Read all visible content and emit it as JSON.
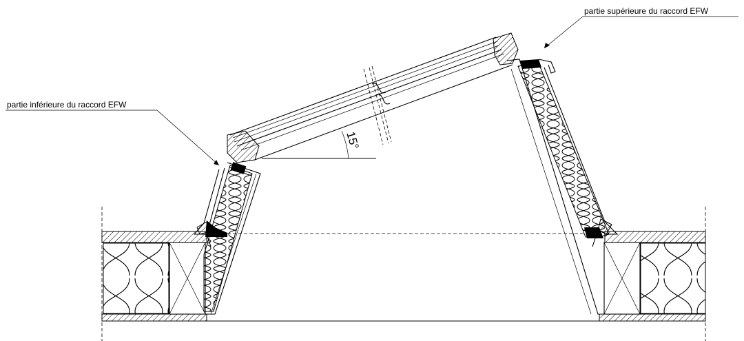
{
  "labels": {
    "upper_connection": "partie supérieure du raccord  EFW",
    "lower_connection": "partie inférieure du raccord  EFW",
    "angle": "15°"
  }
}
